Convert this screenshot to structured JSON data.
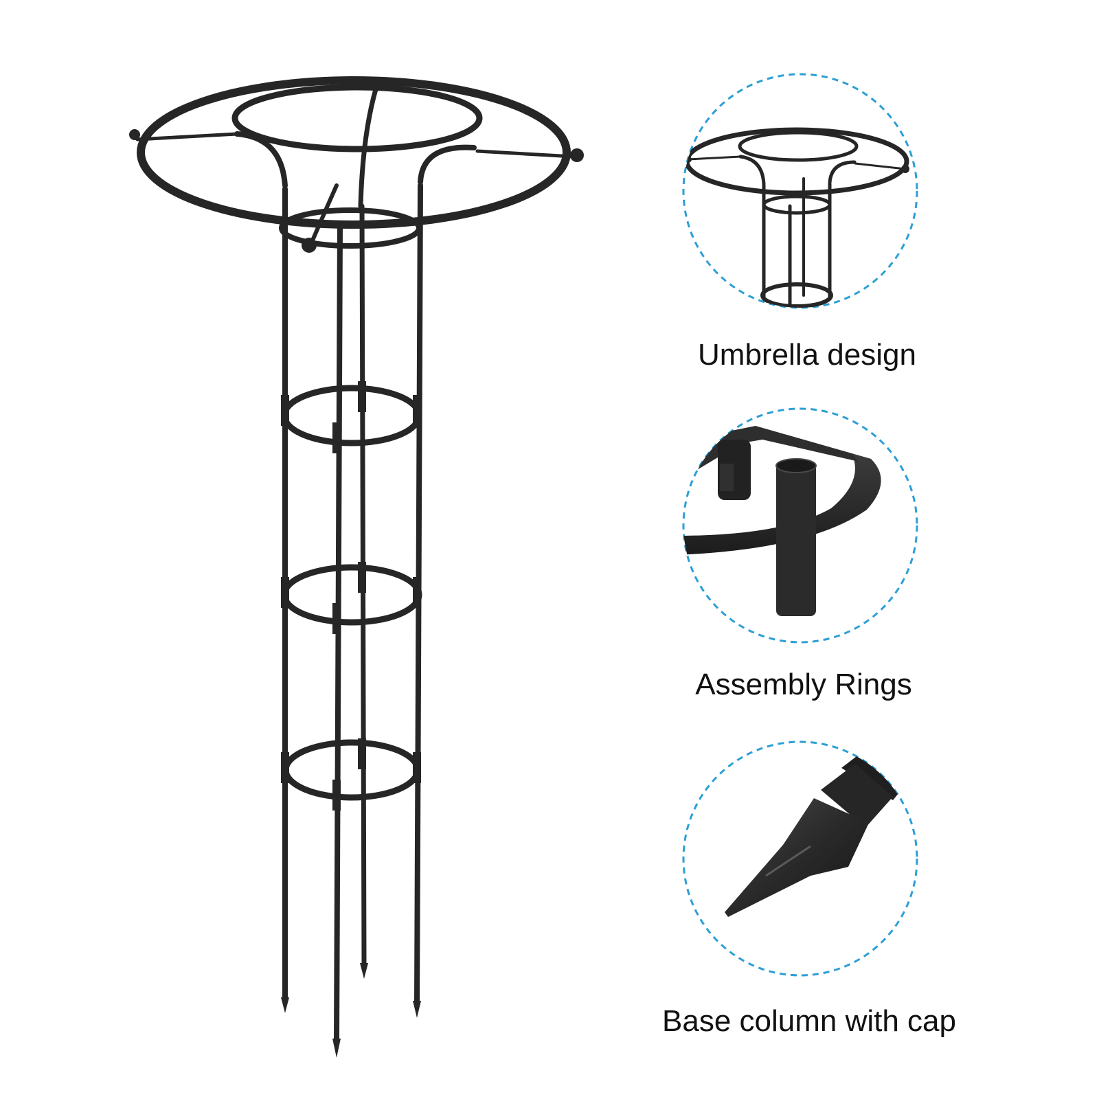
{
  "features": [
    {
      "id": "umbrella",
      "label": "Umbrella design"
    },
    {
      "id": "rings",
      "label": "Assembly Rings"
    },
    {
      "id": "base",
      "label": "Base column with cap"
    }
  ],
  "colors": {
    "frame": "#262626",
    "dashed_circle": "#2b9fd6",
    "text": "#111111",
    "background": "#ffffff"
  }
}
